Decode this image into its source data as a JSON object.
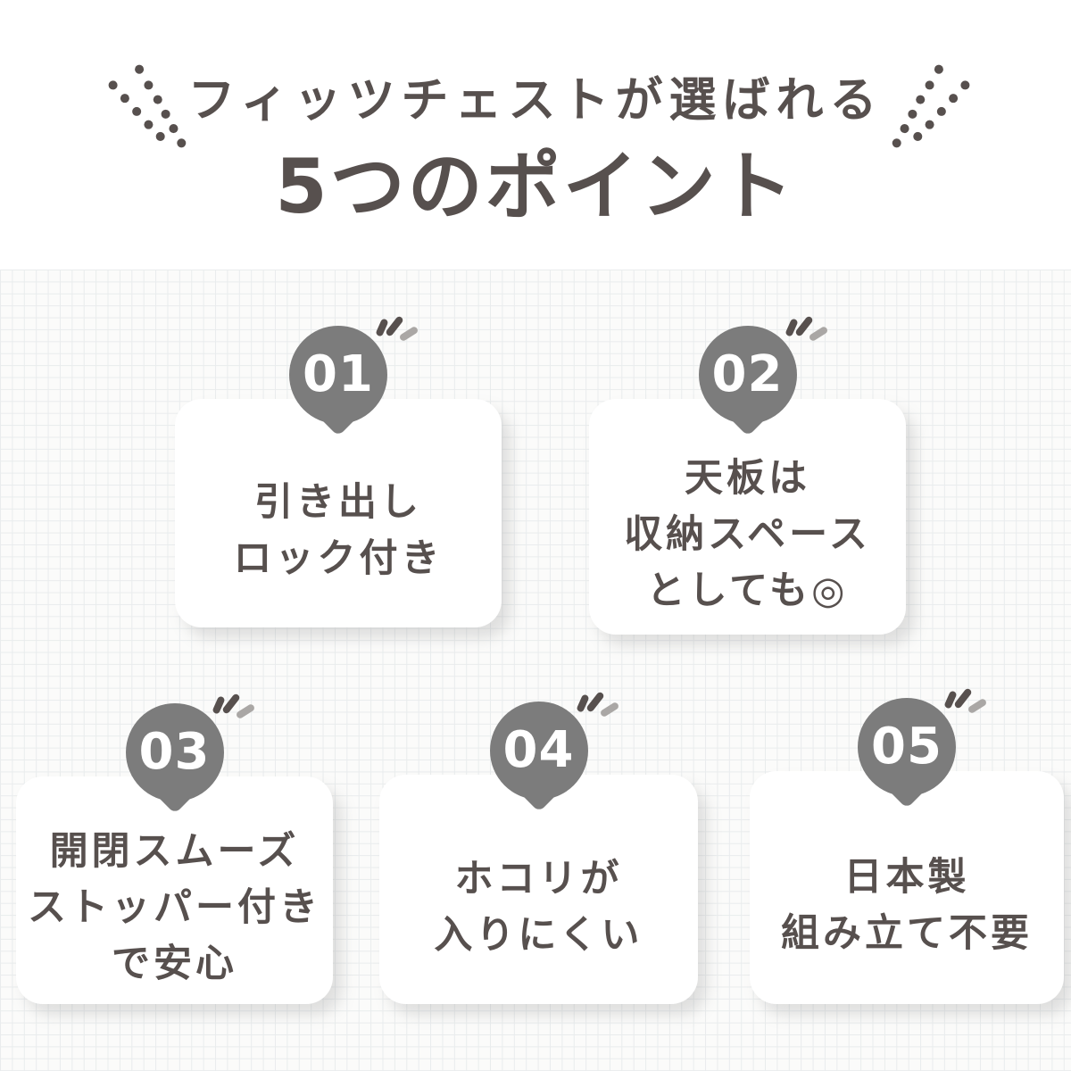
{
  "title": {
    "line1": "フィッツチェストが選ばれる",
    "line2": "5つのポイント"
  },
  "decorations": {
    "left": "dotted-speed-lines",
    "right": "dotted-speed-lines",
    "badge_accent": "three-sparkle-strokes"
  },
  "colors": {
    "text": "#57504e",
    "badge_gray": "#7c7c7c",
    "accent_dark": "#57504e",
    "accent_light": "#aaa7a5",
    "card_bg": "#ffffff",
    "section_bg": "#fbfbfa",
    "grid_line": "#e9eced"
  },
  "points": [
    {
      "number": "01",
      "lines": [
        "引き出し",
        "ロック付き"
      ]
    },
    {
      "number": "02",
      "lines": [
        "天板は",
        "収納スペース",
        "としても◎"
      ]
    },
    {
      "number": "03",
      "lines": [
        "開閉スムーズ",
        "ストッパー付き",
        "で安心"
      ]
    },
    {
      "number": "04",
      "lines": [
        "ホコリが",
        "入りにくい"
      ]
    },
    {
      "number": "05",
      "lines": [
        "日本製",
        "組み立て不要"
      ]
    }
  ]
}
